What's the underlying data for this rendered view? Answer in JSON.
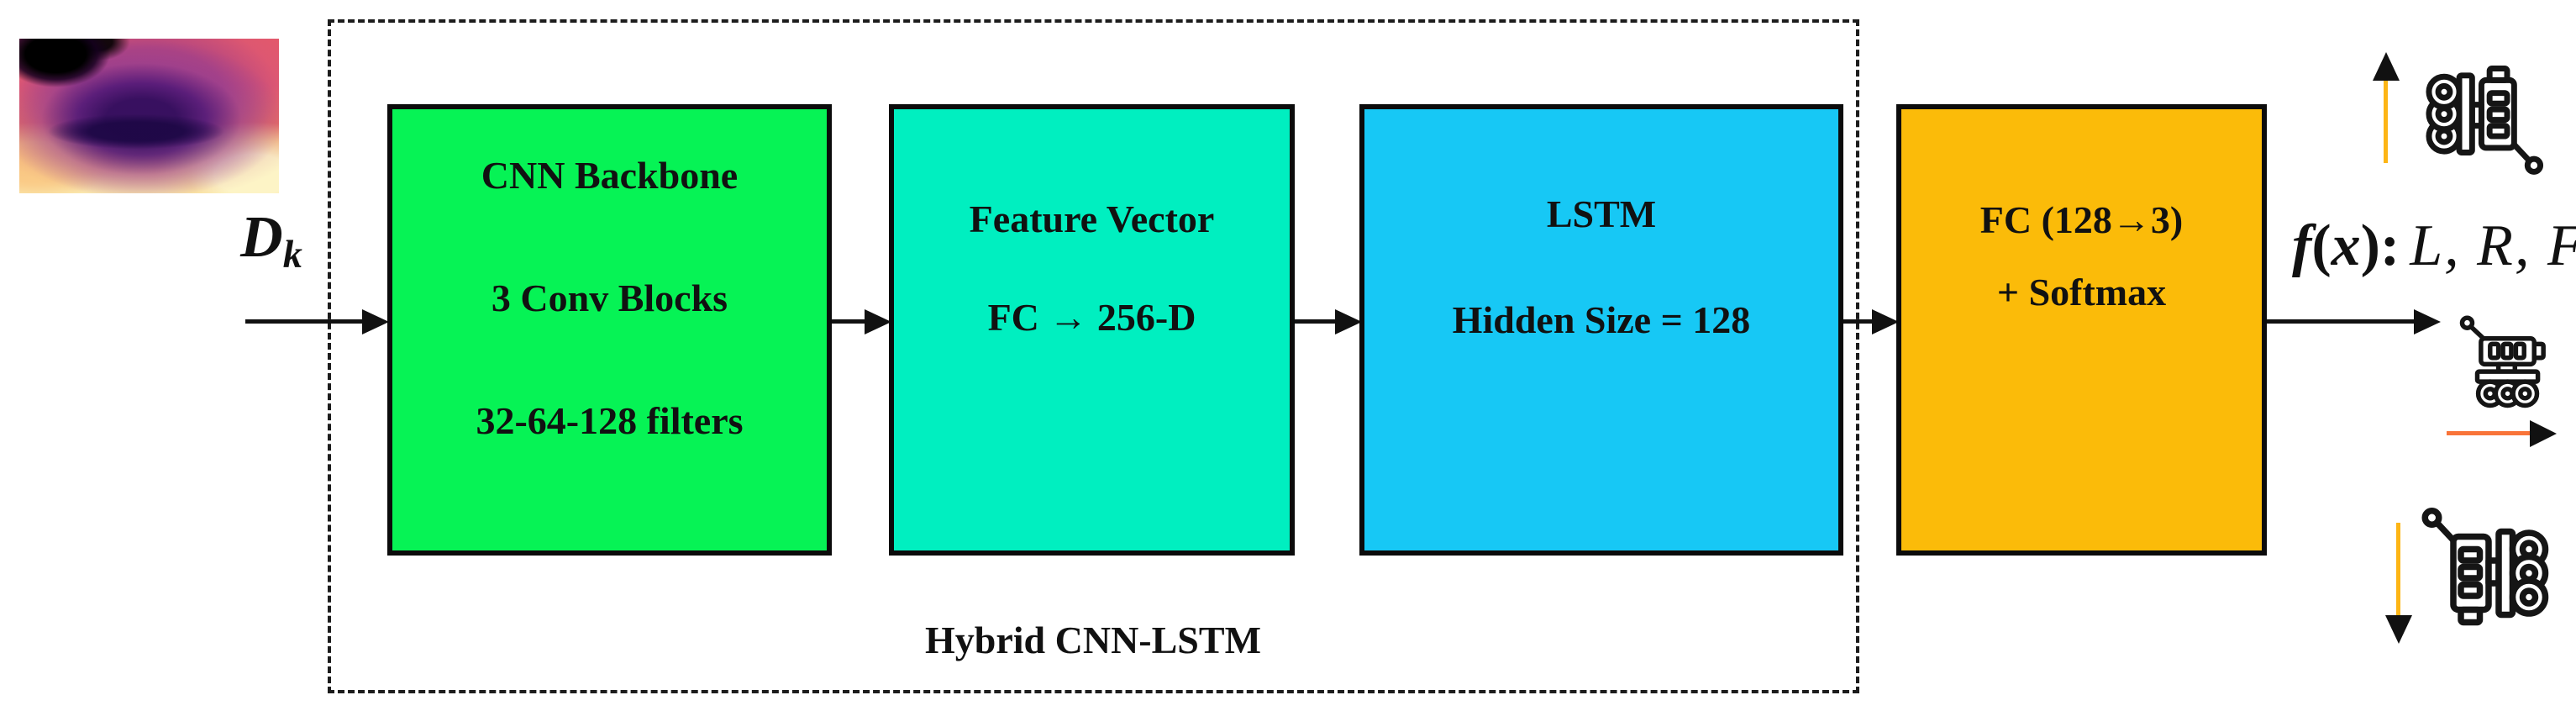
{
  "input": {
    "symbol": "D",
    "subscript": "k"
  },
  "blocks": {
    "cnn": {
      "line1": "CNN Backbone",
      "line2": "3 Conv Blocks",
      "line3": "32-64-128 filters"
    },
    "feature": {
      "line1": "Feature Vector",
      "line2": "FC → 256-D"
    },
    "lstm": {
      "line1": "LSTM",
      "line2": "Hidden Size = 128"
    },
    "fc": {
      "line1": "FC (128→3)",
      "line2": "+ Softmax"
    }
  },
  "container": {
    "label": "Hybrid CNN-LSTM"
  },
  "output": {
    "f": "f",
    "open_paren": "(",
    "x": "x",
    "close_colon": "):",
    "classes": "L, R, F"
  },
  "icons": {
    "depth_map": "depth-map-thumbnail",
    "rover_turn_left": "rover-robot-rotated-left-icon",
    "rover_forward": "rover-robot-forward-icon",
    "rover_turn_right": "rover-robot-rotated-right-icon",
    "arrow_up": "up-arrow-icon",
    "arrow_right": "right-arrow-icon",
    "arrow_down": "down-arrow-icon"
  },
  "colors": {
    "cnn_block": "#06f355",
    "feature_block": "#00efc0",
    "lstm_block": "#17c8f5",
    "fc_block": "#fbbb09",
    "action_arrow_yellow": "#fdb515",
    "action_arrow_orange": "#f97439",
    "line_black": "#111111"
  }
}
